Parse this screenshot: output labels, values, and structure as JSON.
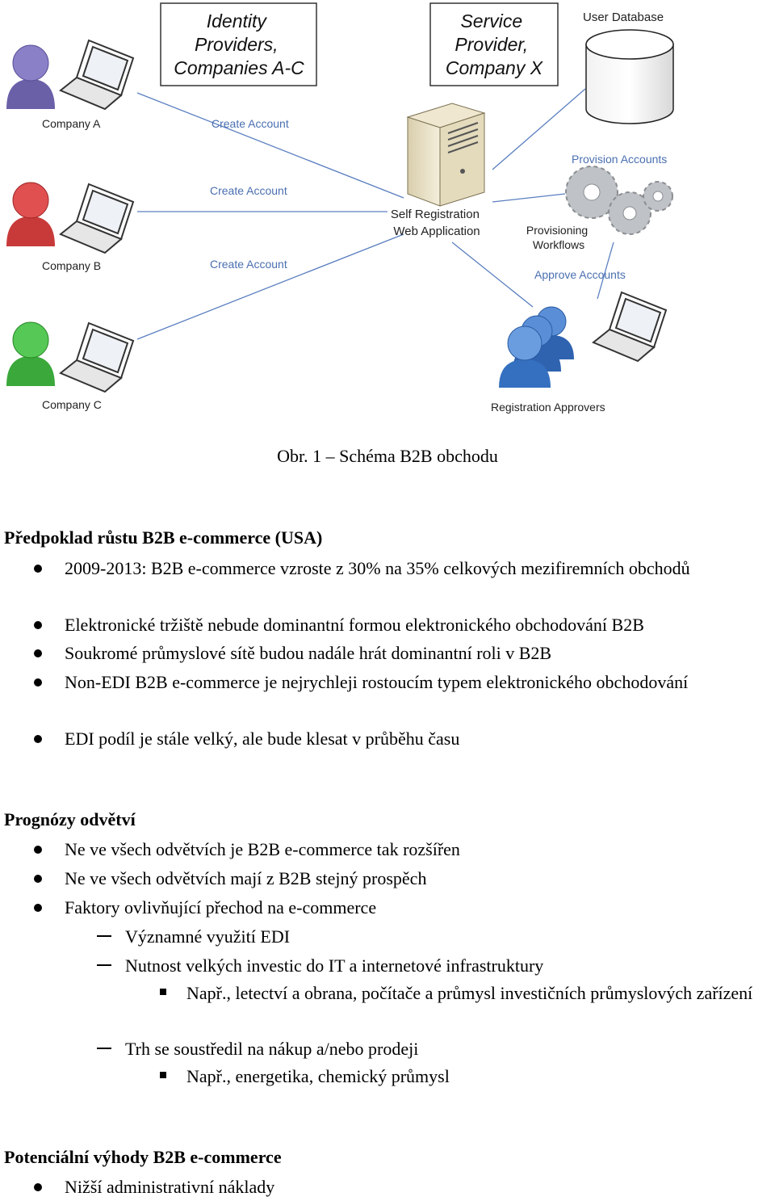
{
  "diagram": {
    "identity_providers": "Identity Providers, Companies A-C",
    "identity_lines": [
      "Identity",
      "Providers,",
      "Companies A-C"
    ],
    "service_provider": "Service Provider, Company X",
    "service_lines": [
      "Service",
      "Provider,",
      "Company X"
    ],
    "user_database": "User Database",
    "companies": [
      "Company A",
      "Company B",
      "Company C"
    ],
    "create_account": [
      "Create Account",
      "Create Account",
      "Create Account"
    ],
    "self_registration": [
      "Self Registration",
      "Web Application"
    ],
    "provision_accounts": "Provision Accounts",
    "provisioning_workflows": [
      "Provisioning",
      "Workflows"
    ],
    "approve_accounts": "Approve Accounts",
    "registration_approvers": "Registration Approvers",
    "colors": {
      "company_a": "#7a6fb8",
      "company_b": "#d84545",
      "company_c": "#4cbc4c",
      "approvers": "#3f79c8",
      "link": "#4a78b8"
    }
  },
  "caption": "Obr. 1 – Schéma B2B obchodu",
  "sections": [
    {
      "heading": "Předpoklad růstu B2B e-commerce (USA)",
      "items": [
        "2009-2013: B2B e-commerce vzroste z 30% na 35% celkových mezifiremních obchodů",
        "Elektronické tržiště nebude dominantní formou elektronického obchodování B2B",
        "Soukromé průmyslové sítě budou nadále hrát dominantní roli v B2B",
        "Non-EDI B2B e-commerce je nejrychleji rostoucím typem elektronického obchodování",
        "EDI podíl je stále velký, ale bude klesat v průběhu času"
      ]
    },
    {
      "heading": "Prognózy odvětví",
      "items": [
        "Ne ve všech odvětvích je B2B e-commerce tak rozšířen",
        "Ne ve všech odvětvích mají z B2B stejný prospěch",
        "Faktory ovlivňující přechod na e-commerce"
      ],
      "subitems": [
        "Významné využití EDI",
        "Nutnost velkých investic do IT a internetové infrastruktury",
        "Např., letectví a obrana, počítače a průmysl investičních průmyslových zařízení",
        "Trh se soustředil na nákup a/nebo prodeji",
        "Např., energetika, chemický průmysl"
      ]
    },
    {
      "heading": "Potenciální výhody B2B e-commerce",
      "items": [
        "Nižší administrativní náklady"
      ]
    }
  ]
}
